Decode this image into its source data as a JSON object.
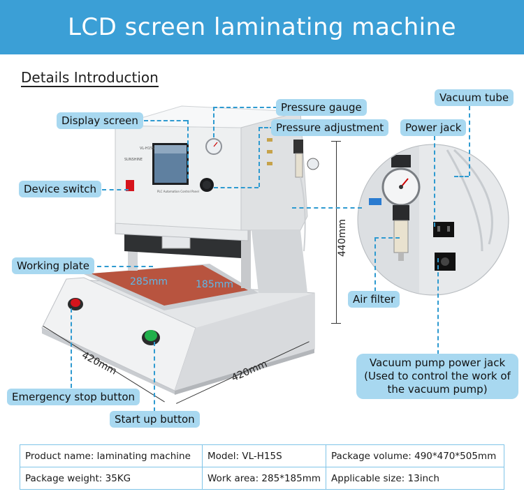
{
  "header": {
    "title": "LCD screen laminating machine"
  },
  "section": {
    "title": "Details Introduction"
  },
  "callouts": {
    "display_screen": "Display screen",
    "device_switch": "Device switch",
    "working_plate": "Working plate",
    "pressure_gauge": "Pressure gauge",
    "pressure_adjustment": "Pressure adjustment",
    "vacuum_tube": "Vacuum tube",
    "power_jack": "Power jack",
    "air_filter": "Air filter",
    "vacuum_pump_power_jack": "Vacuum pump power jack (Used to control the work of the vacuum pump)",
    "emergency_stop_button": "Emergency stop button",
    "start_up_button": "Start up button"
  },
  "dimensions": {
    "height": "440mm",
    "width_left": "420mm",
    "width_right": "420mm",
    "plate_width": "285mm",
    "plate_depth": "185mm"
  },
  "machine_text": {
    "brand": "SUNSHINE",
    "model_small": "VL-H15S",
    "panel_title": "PLC Automation Control Panel"
  },
  "specs": {
    "rows": [
      [
        "Product name:  laminating machine",
        "Model:  VL-H15S",
        "Package volume:  490*470*505mm"
      ],
      [
        "Package weight:  35KG",
        "Work area:  285*185mm",
        "Applicable size:  13inch"
      ]
    ]
  },
  "colors": {
    "header": "#3b9fd6",
    "label_bg": "#a8d8f0",
    "dash": "#2e9ad0",
    "table_border": "#7fc4e8"
  }
}
